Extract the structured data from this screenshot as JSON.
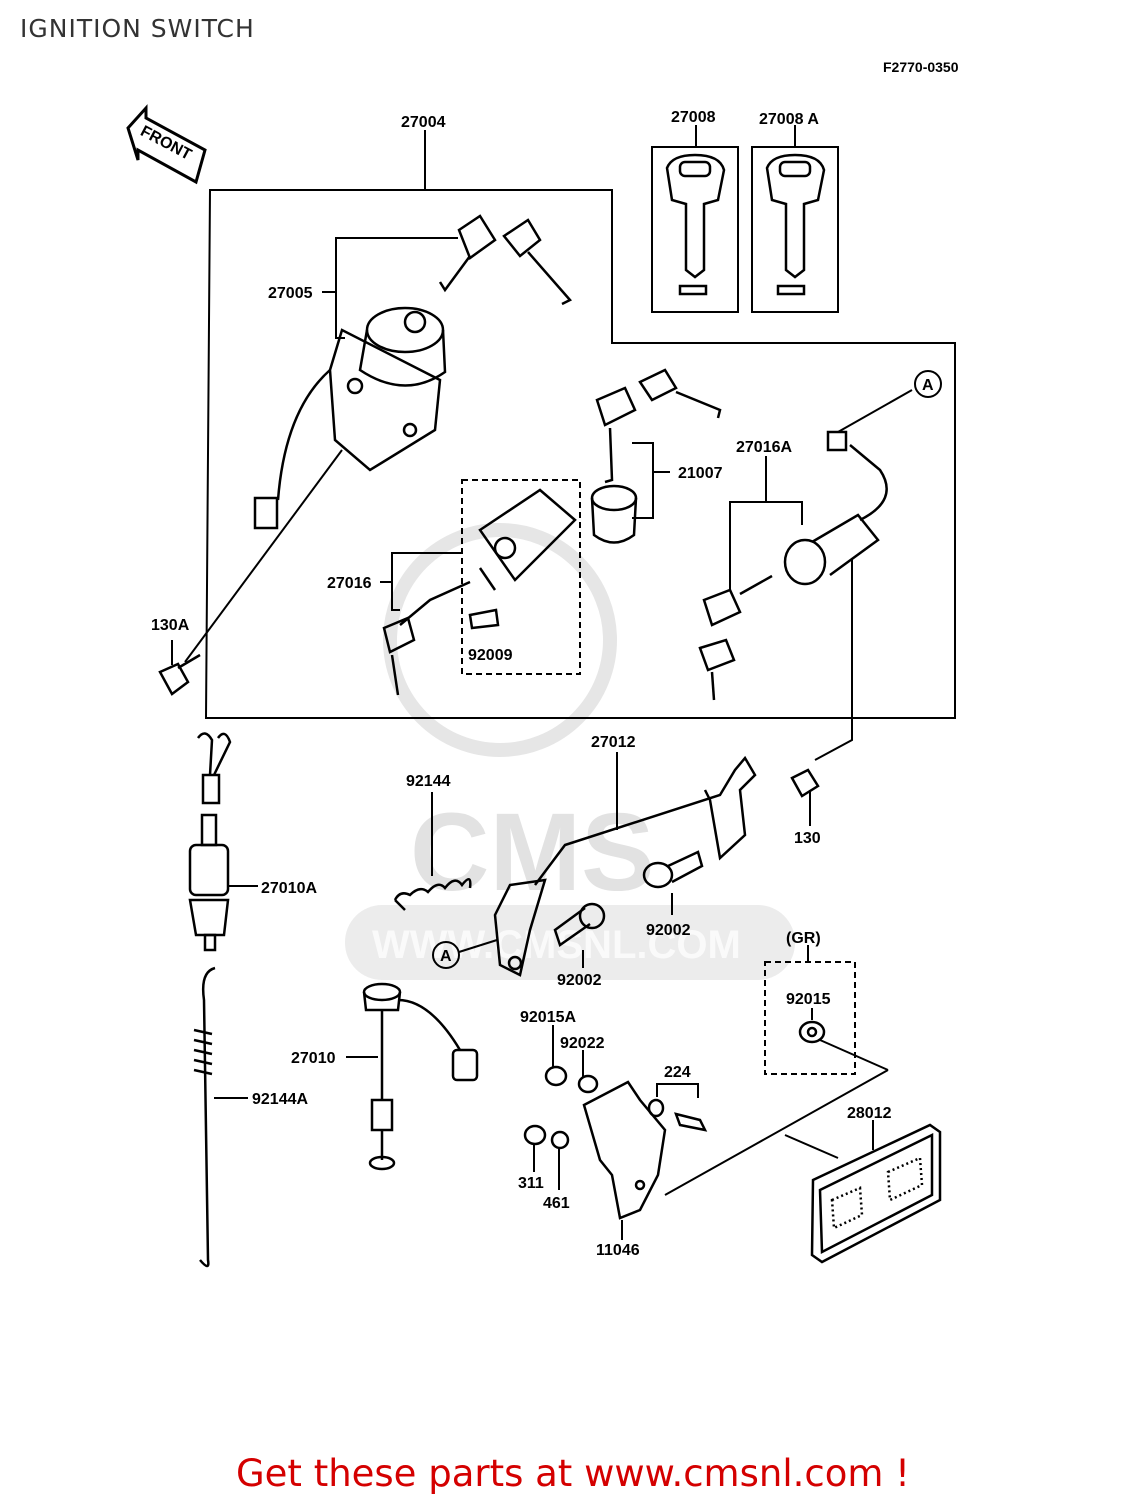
{
  "page": {
    "title": "IGNITION SWITCH",
    "figure_code": "F2770-0350"
  },
  "front_arrow": {
    "label": "FRONT"
  },
  "parts": {
    "p27004": "27004",
    "p27005": "27005",
    "p27008": "27008",
    "p27008a": "27008 A",
    "p21007": "21007",
    "p27016a": "27016A",
    "p27016": "27016",
    "p92009": "92009",
    "p130a": "130A",
    "p27012": "27012",
    "p92144": "92144",
    "p130": "130",
    "p27010a": "27010A",
    "p92002a": "92002",
    "p92002b": "92002",
    "gr": "(GR)",
    "p92015": "92015",
    "p92015a": "92015A",
    "p92022": "92022",
    "p224": "224",
    "p27010": "27010",
    "p92144a": "92144A",
    "p28012": "28012",
    "p311": "311",
    "p461": "461",
    "p11046": "11046",
    "ref_a1": "A",
    "ref_a2": "A"
  },
  "watermark": {
    "text": "WWW.CMSNL.COM",
    "logo": "CMS"
  },
  "footer": {
    "text": "Get these parts at www.cmsnl.com !"
  },
  "colors": {
    "footer": "#d40000",
    "line": "#000000",
    "watermark": "#e2e2e2"
  }
}
